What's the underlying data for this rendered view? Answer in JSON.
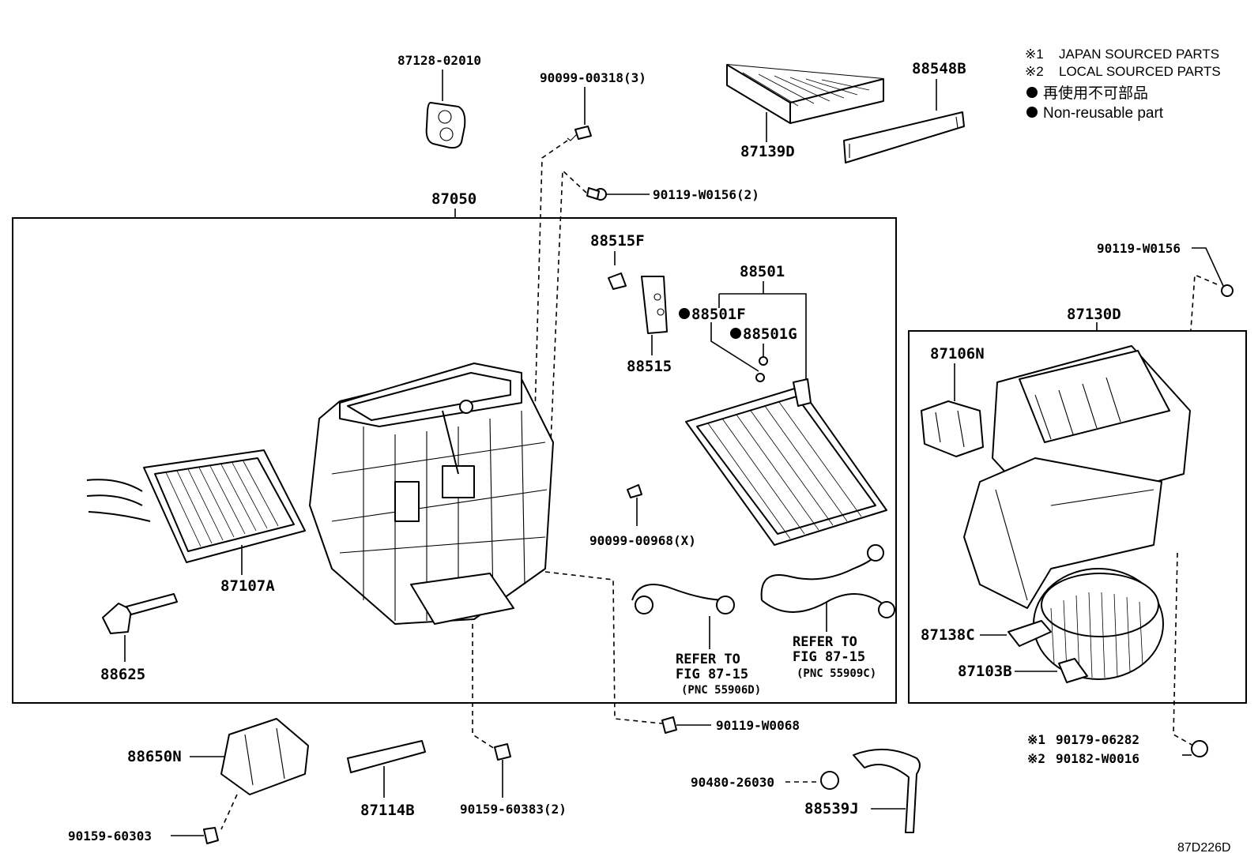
{
  "legend": {
    "l1_mark": "※1",
    "l1_text": "JAPAN SOURCED PARTS",
    "l2_mark": "※2",
    "l2_text": "LOCAL SOURCED PARTS",
    "l3_text": "再使用不可部品",
    "l4_text": "Non-reusable part"
  },
  "parts": {
    "p87128": "87128-02010",
    "p90099_318": "90099-00318(3)",
    "p87139D": "87139D",
    "p88548B": "88548B",
    "p90119_w0156_2": "90119-W0156(2)",
    "p87050": "87050",
    "p90119_w0156": "90119-W0156",
    "p88515F": "88515F",
    "p88501": "88501",
    "p88501F": "88501F",
    "p88501G": "88501G",
    "p88515": "88515",
    "p87130D": "87130D",
    "p87106N": "87106N",
    "p90099_968": "90099-00968(X)",
    "p87107A": "87107A",
    "p88625": "88625",
    "p87138C": "87138C",
    "p87103B": "87103B",
    "p88650N": "88650N",
    "p87114B": "87114B",
    "p90159_383": "90159-60383(2)",
    "p90159_303": "90159-60303",
    "p90119_w0068": "90119-W0068",
    "p90480": "90480-26030",
    "p88539J": "88539J",
    "p90179_mark": "※1",
    "p90179": "90179-06282",
    "p90182_mark": "※2",
    "p90182": "90182-W0016"
  },
  "refs": {
    "r1_line1": "REFER TO",
    "r1_line2": "FIG 87-15",
    "r1_line3": "(PNC 55906D)",
    "r2_line1": "REFER TO",
    "r2_line2": "FIG 87-15",
    "r2_line3": "(PNC 55909C)"
  },
  "diagram_code": "87D226D"
}
